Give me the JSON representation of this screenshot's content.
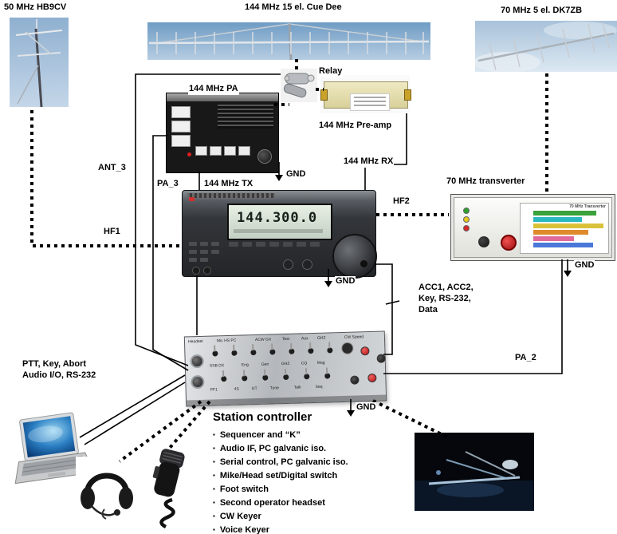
{
  "colors": {
    "background": "#ffffff",
    "line": "#000000",
    "sky": "#8fb0d0",
    "lcd": "#d7e3d3",
    "led_red": "#d62728",
    "led_green": "#2ca02c",
    "led_yellow": "#e6c619"
  },
  "antennas": {
    "a50": "50 MHz HB9CV",
    "a144": "144 MHz 15 el. Cue Dee",
    "a70": "70 MHz 5 el. DK7ZB"
  },
  "devices": {
    "relay": "Relay",
    "pa": "144 MHz PA",
    "preamp": "144 MHz Pre-amp",
    "transverter": "70 MHz transverter",
    "transverter_panel": "70 MHz Transverter",
    "radio_display": "144.300.0"
  },
  "connections": {
    "ant3": "ANT_3",
    "pa3": "PA_3",
    "tx": "144 MHz TX",
    "rx": "144 MHz RX",
    "hf1": "HF1",
    "hf2": "HF2",
    "pa2": "PA_2",
    "gnd": "GND",
    "acc": "ACC1, ACC2,\nKey, RS-232,\nData",
    "pc_link": "PTT, Key, Abort\nAudio I/O, RS-232"
  },
  "controller": {
    "title": "Station controller",
    "features": [
      "Sequencer and “K”",
      "Audio IF, PC galvanic iso.",
      "Serial control,  PC galvanic iso.",
      "Mike/Head set/Digital switch",
      "Foot switch",
      "Second operator headset",
      "CW Keyer",
      "Voice Keyer"
    ],
    "panel_row1": [
      "Headset",
      "Mic HS PC",
      "ACW GX",
      "Test",
      "Aux",
      "GHZ",
      "CW Speed"
    ],
    "panel_row2": [
      "SSB DX",
      "Eng.",
      "Gen",
      "GHZ",
      "CQ",
      "Mag"
    ],
    "panel_row3": [
      "PF1",
      "4S",
      "GT",
      "Tune",
      "Talk",
      "Seq"
    ]
  }
}
